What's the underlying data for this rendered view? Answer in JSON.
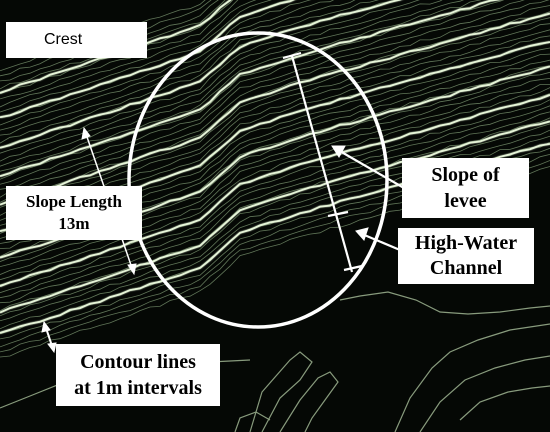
{
  "labels": {
    "crest": "Crest",
    "slope_length": [
      "Slope Length",
      "13m"
    ],
    "slope_of_levee": [
      "Slope of",
      "levee"
    ],
    "high_water_channel": [
      "High-Water",
      "Channel"
    ],
    "contour_lines": [
      "Contour lines",
      "at 1m intervals"
    ]
  },
  "colors": {
    "background": "#050805",
    "contour_primary": "#e6f5d8",
    "contour_secondary": "#7f9a74",
    "annotation": "#ffffff",
    "label_background": "#ffffff",
    "label_text": "#000000"
  }
}
